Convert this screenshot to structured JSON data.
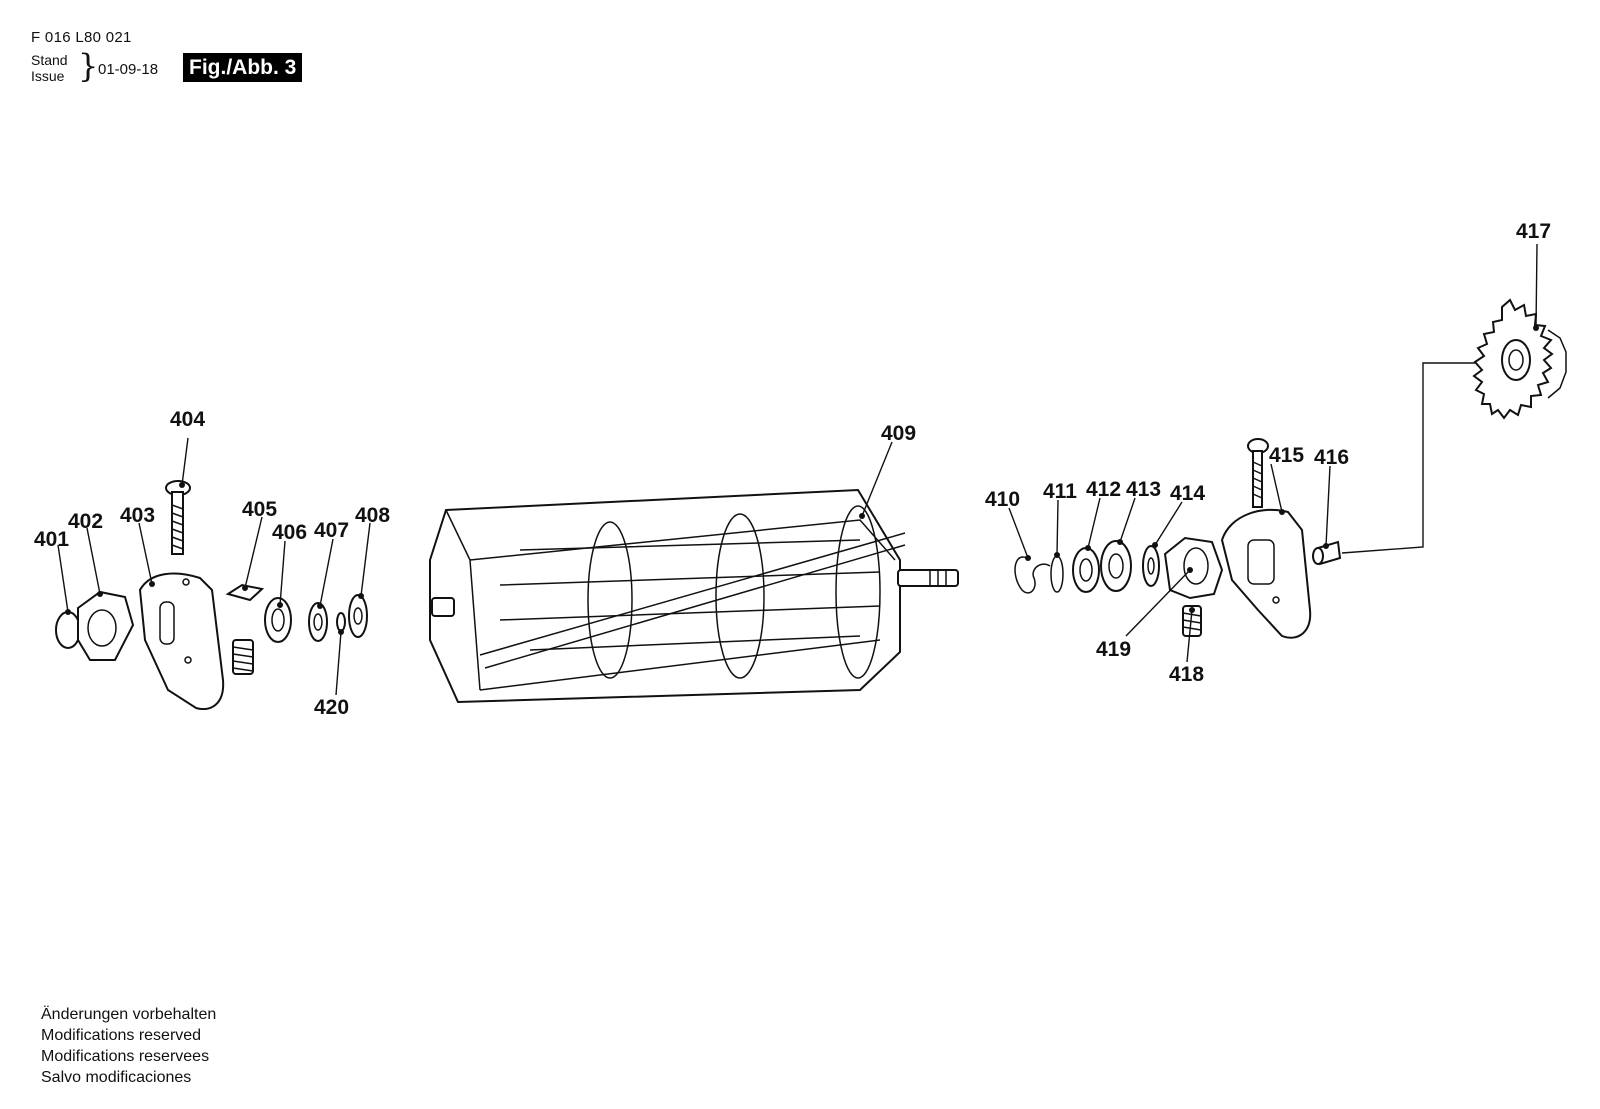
{
  "header": {
    "doc_code": "F 016 L80 021",
    "stand": "Stand",
    "issue": "Issue",
    "date": "01-09-18",
    "fig_label": "Fig./Abb. 3"
  },
  "callouts": {
    "p401": "401",
    "p402": "402",
    "p403": "403",
    "p404": "404",
    "p405": "405",
    "p406": "406",
    "p407": "407",
    "p408": "408",
    "p409": "409",
    "p410": "410",
    "p411": "411",
    "p412": "412",
    "p413": "413",
    "p414": "414",
    "p415": "415",
    "p416": "416",
    "p417": "417",
    "p418": "418",
    "p419": "419",
    "p420": "420"
  },
  "footer": {
    "line1": "Änderungen vorbehalten",
    "line2": "Modifications reserved",
    "line3": "Modifications reservees",
    "line4": "Salvo modificaciones"
  }
}
